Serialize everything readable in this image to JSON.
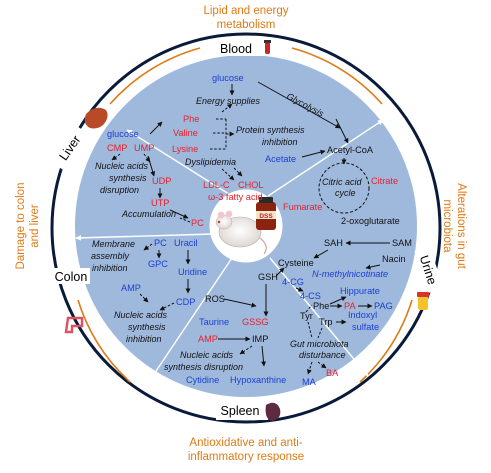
{
  "outer": {
    "top": [
      "Lipid and energy",
      "metabolism"
    ],
    "bottom": [
      "Antioxidative and anti-",
      "inflammatory response"
    ],
    "left": [
      "Damage to colon",
      "and liver"
    ],
    "right": [
      "Alterations in gut",
      "microbiota"
    ]
  },
  "organs": {
    "blood": "Blood",
    "liver": "Liver",
    "colon": "Colon",
    "spleen": "Spleen",
    "urine": "Urine"
  },
  "center": {
    "bottle_label": "DSS"
  },
  "sectors": {
    "blood": {
      "glucose": "glucose",
      "energy": "Energy supplies",
      "glycolysis": "Glycolysis",
      "phe": "Phe",
      "valine": "Valine",
      "lysine": "Lysine",
      "protein1": "Protein synthesis",
      "protein2": "inhibition",
      "acetate": "Acetate",
      "acetyl": "Acetyl-CoA",
      "dyslipidemia": "Dyslipidemia",
      "ldl": "LDL-C",
      "chol": "CHOL",
      "omega": "ω-3 fatty acid"
    },
    "urine": {
      "citric1": "Citric acid",
      "citric2": "cycle",
      "citrate": "Citrate",
      "fumarate": "Fumarate",
      "oxoglutarate": "2-oxoglutarate",
      "sah": "SAH",
      "sam": "SAM",
      "nacin": "Nacin",
      "cysteine": "Cysteine",
      "nmethyl": "N-methylnicotinate",
      "fourcg": "4-CG",
      "fourcs": "4-CS",
      "hippurate": "Hippurate",
      "phe": "Phe",
      "pa": "PA",
      "pag": "PAG",
      "tyr": "Tyr",
      "trp": "Trp",
      "indoxyl1": "Indoxyl",
      "indoxyl2": "sulfate",
      "gut1": "Gut microbiota",
      "gut2": "disturbance",
      "ba": "BA",
      "ma": "MA"
    },
    "spleen": {
      "gsh": "GSH",
      "ros": "ROS",
      "taurine": "Taurine",
      "gssg": "GSSG",
      "amp": "AMP",
      "imp": "IMP",
      "nucleic1": "Nucleic acids",
      "nucleic2": "synthesis disruption",
      "cytidine": "Cytidine",
      "hypoxanthine": "Hypoxanthine"
    },
    "colon": {
      "membrane1": "Membrane",
      "membrane2": "assembly",
      "membrane3": "inhibition",
      "pc": "PC",
      "uracil": "Uracil",
      "gpc": "GPC",
      "uridine": "Uridine",
      "amp": "AMP",
      "cdp": "CDP",
      "nucleic1": "Nucleic acids",
      "nucleic2": "synthesis",
      "nucleic3": "inhibition"
    },
    "liver": {
      "glucose": "glucose",
      "cmp": "CMP",
      "ump": "UMP",
      "nucleic1": "Nucleic acids",
      "nucleic2": "synthesis",
      "nucleic3": "disruption",
      "udp": "UDP",
      "utp": "UTP",
      "accumulation": "Accumulation",
      "pc": "PC"
    }
  },
  "colors": {
    "ring": "#0a1a3a",
    "disk": "#9fb9dd",
    "outer_text": "#e07a14",
    "up": "#e8202a",
    "down": "#1c3fd1"
  }
}
